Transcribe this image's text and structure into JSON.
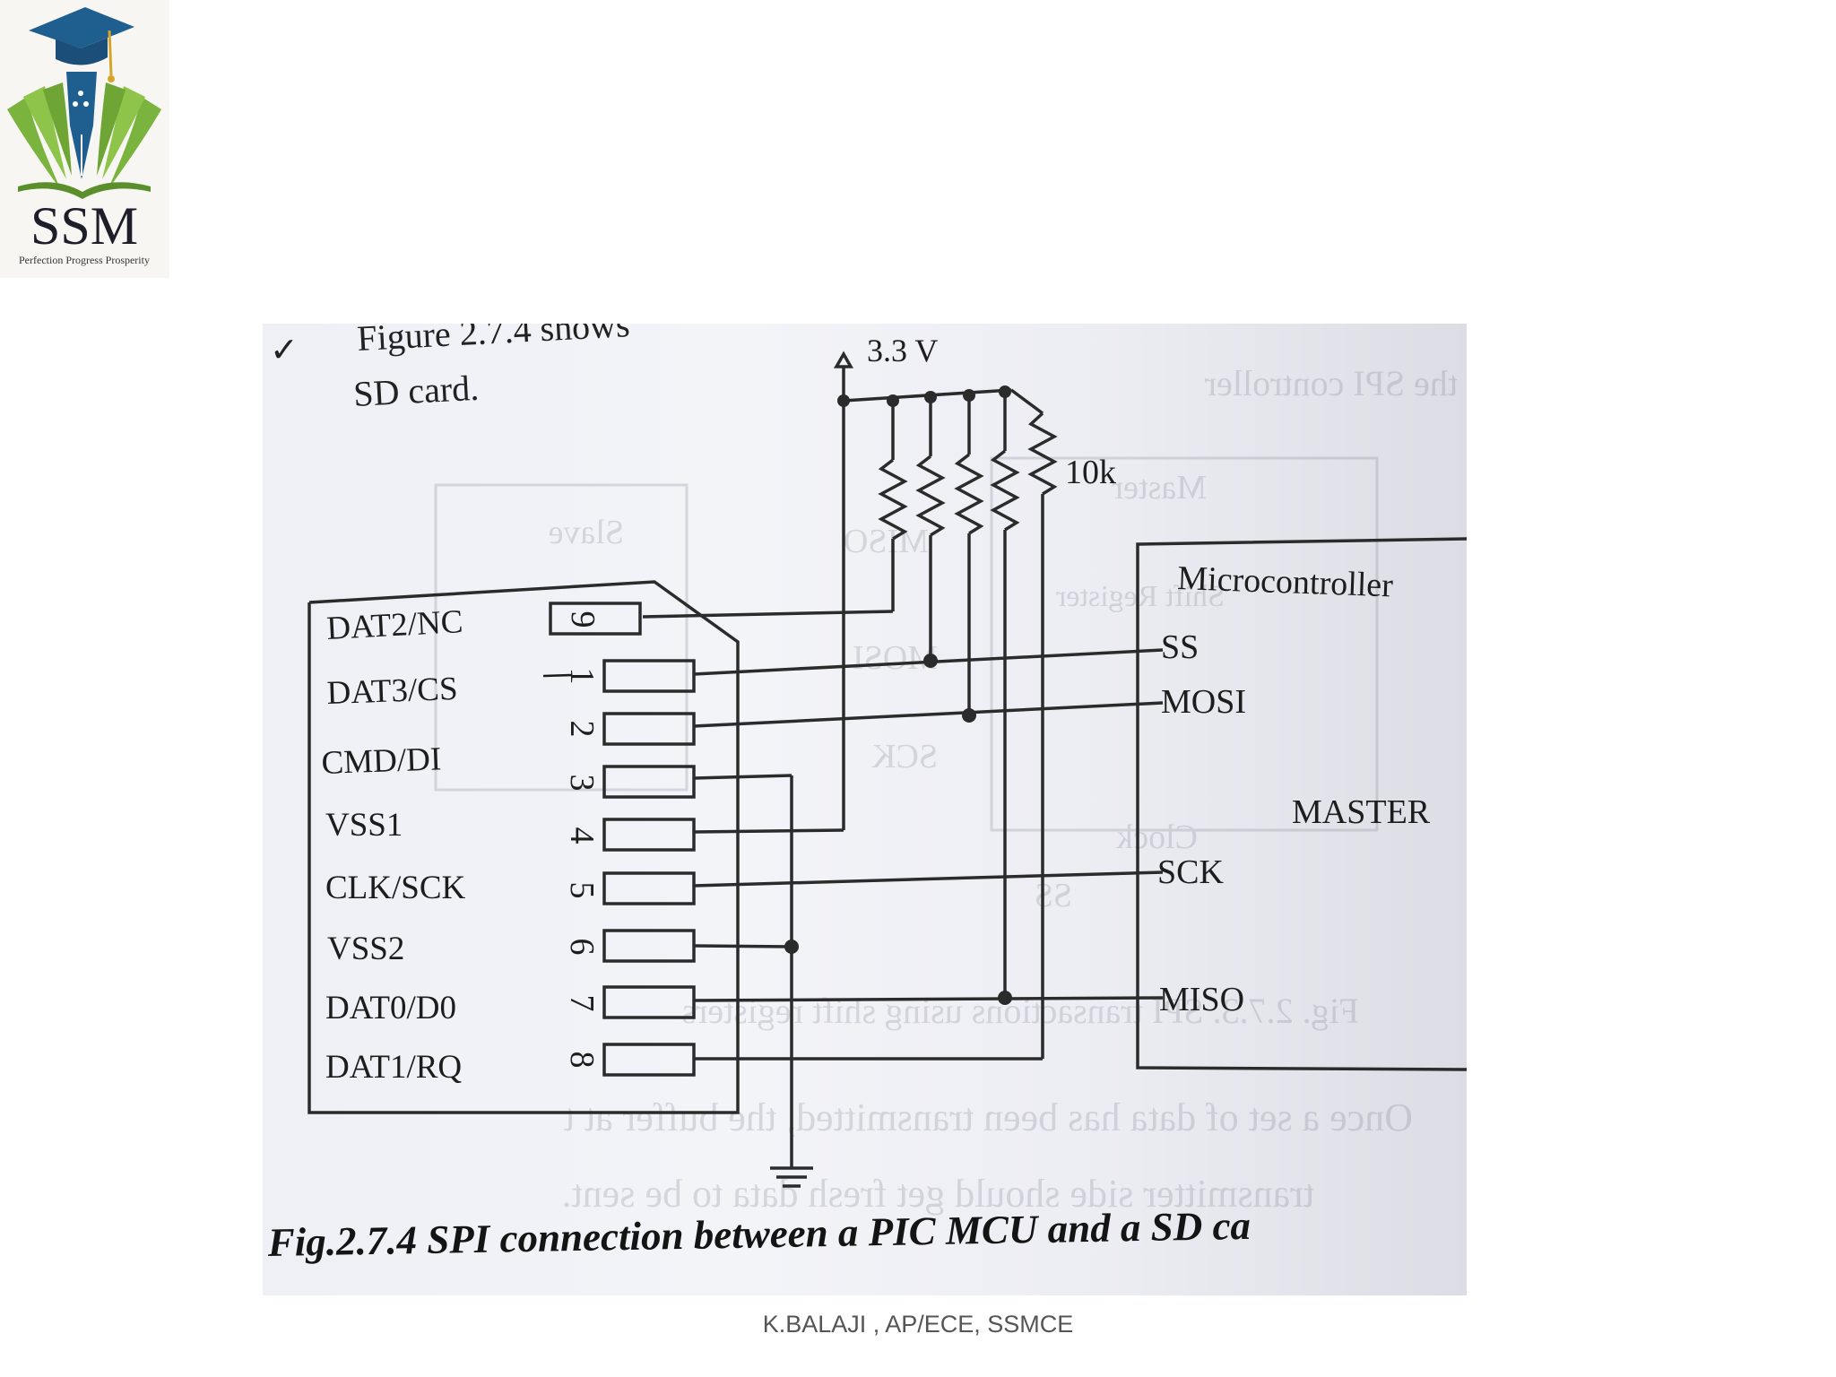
{
  "logo": {
    "text": "SSM",
    "tagline": "Perfection Progress Prosperity"
  },
  "figure": {
    "intro_line1": "Figure 2.7.4 shows",
    "intro_line2": "SD card.",
    "checkmark": "✓",
    "supply_label": "3.3 V",
    "resistor_label": "10k",
    "caption": "Fig.2.7.4 SPI connection between a PIC MCU and a SD ca",
    "sd_card": {
      "pins": [
        {
          "name": "DAT2/NC",
          "number": "9"
        },
        {
          "name": "DAT3/CS",
          "number": "1"
        },
        {
          "name": "CMD/DI",
          "number": "2"
        },
        {
          "name": "VSS1",
          "number": "3"
        },
        {
          "name": "CLK/SCK",
          "number": "4"
        },
        {
          "name": "VSS2",
          "number": "5"
        },
        {
          "name": "DAT0/D0",
          "number": "6"
        },
        {
          "name": "DAT1/RQ",
          "number": "7"
        },
        {
          "name": "",
          "number": "8"
        }
      ]
    },
    "microcontroller": {
      "title": "Microcontroller",
      "role": "MASTER",
      "ss": "SS",
      "mosi": "MOSI",
      "sck": "SCK",
      "miso": "MISO"
    },
    "bleed_through": {
      "para1_line1": "Once a set of data has been transmitted, the buffer at t",
      "para1_line2": "transmitter side should get fresh data to be sent.",
      "fig_ref": "Fig. 2.7.3. SPI transactions using shift registers",
      "master": "Master",
      "slave": "Slave",
      "miso": "MISO",
      "mosi": "MOSI",
      "shift_register": "Shift Register",
      "sck": "SCK",
      "clock": "Clock",
      "ss": "SS",
      "top_text": "the SPI controller"
    }
  },
  "footer": {
    "text": "K.BALAJI , AP/ECE, SSMCE"
  }
}
